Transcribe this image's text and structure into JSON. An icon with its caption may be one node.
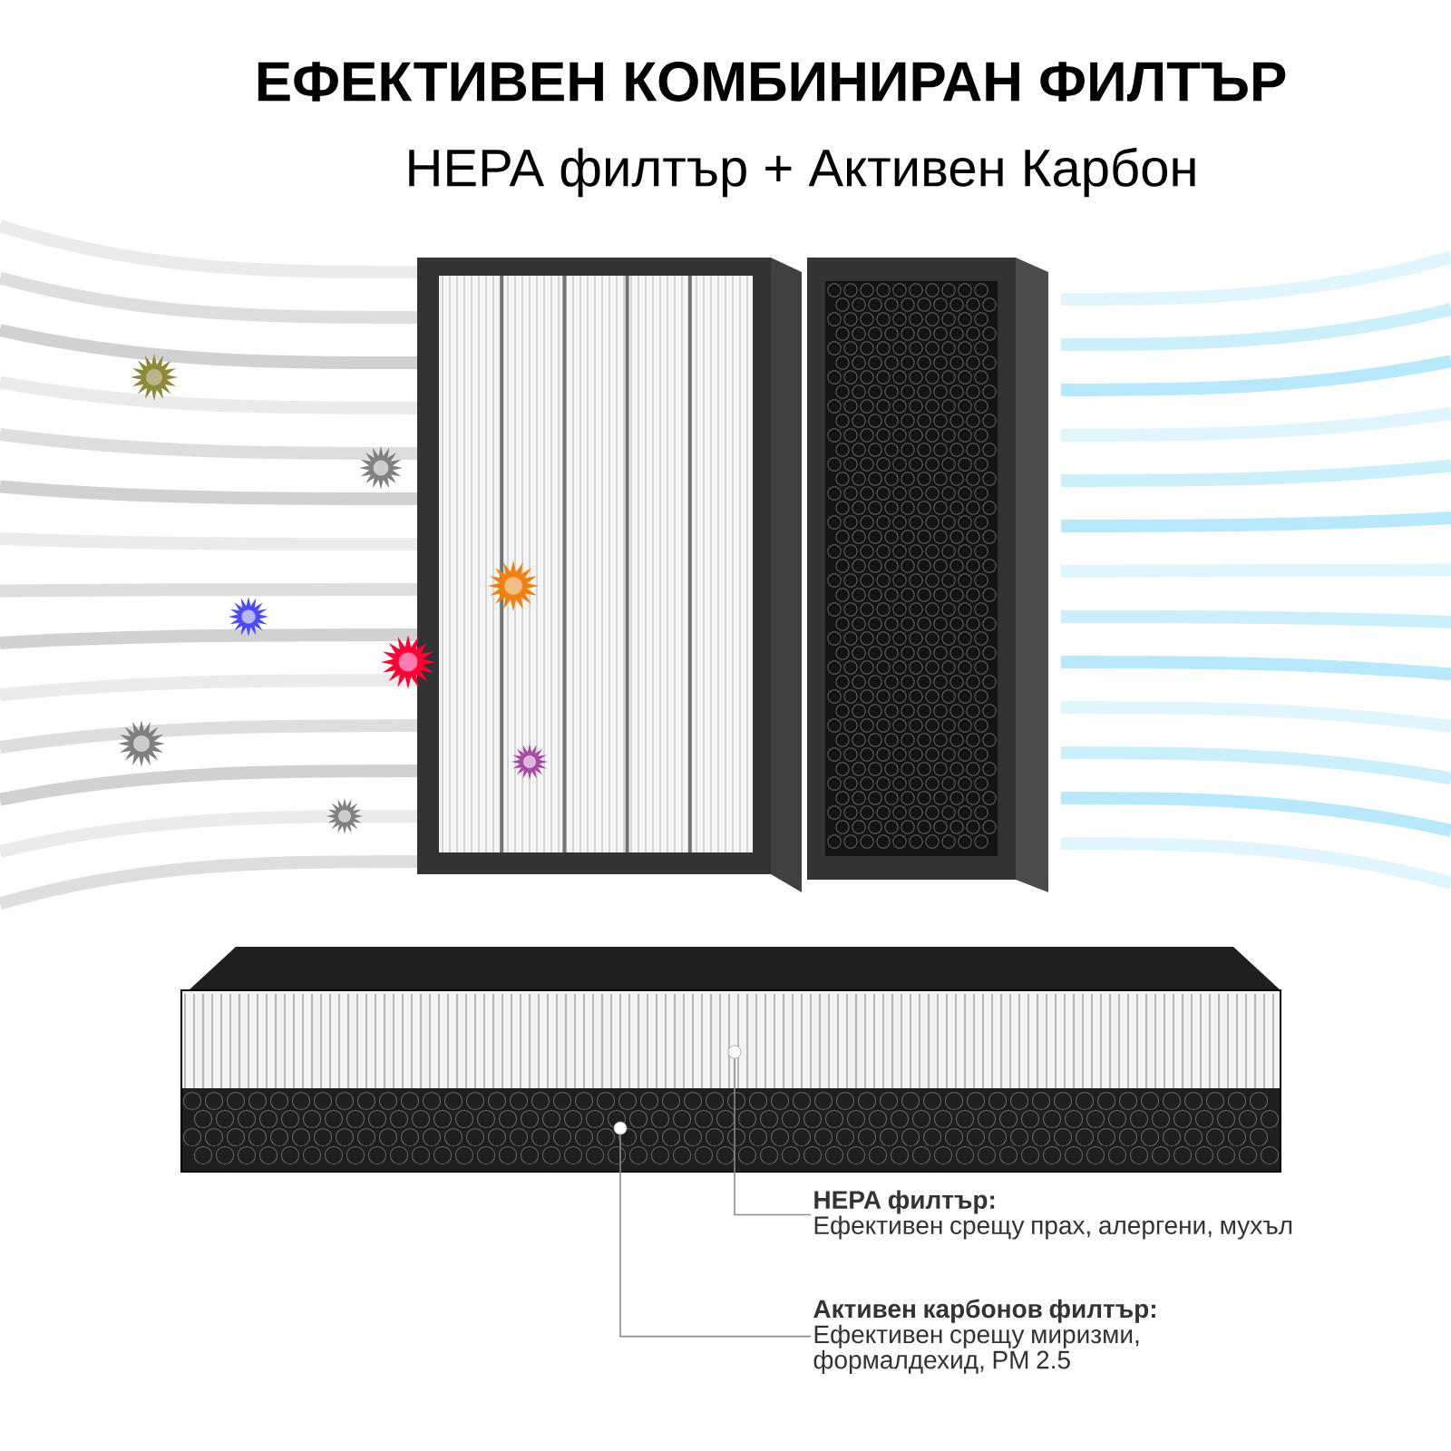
{
  "diagram": {
    "title": "ЕФЕКТИВЕН КОМБИНИРАН ФИЛТЪР",
    "nodes": [
      {
        "text": [
          "HEPA филтър:",
          "Ефективен срещу прах, алергени, мухъл"
        ]
      },
      {
        "text": [
          "Активен карбонов филтър:",
          "Ефективен срещу миризми, формалдехид, PM 2.5"
        ]
      },
      {
        "text": [],
        "shape": "circle"
      },
      {
        "text": [],
        "shape": "circle"
      }
    ],
    "edges": [
      {
        "from": 0,
        "to": 2,
        "arrow": "none"
      },
      {
        "from": 1,
        "to": 3,
        "arrow": "none"
      }
    ],
    "labels": [
      "HEPA филтър + Активен Карбон"
    ]
  }
}
